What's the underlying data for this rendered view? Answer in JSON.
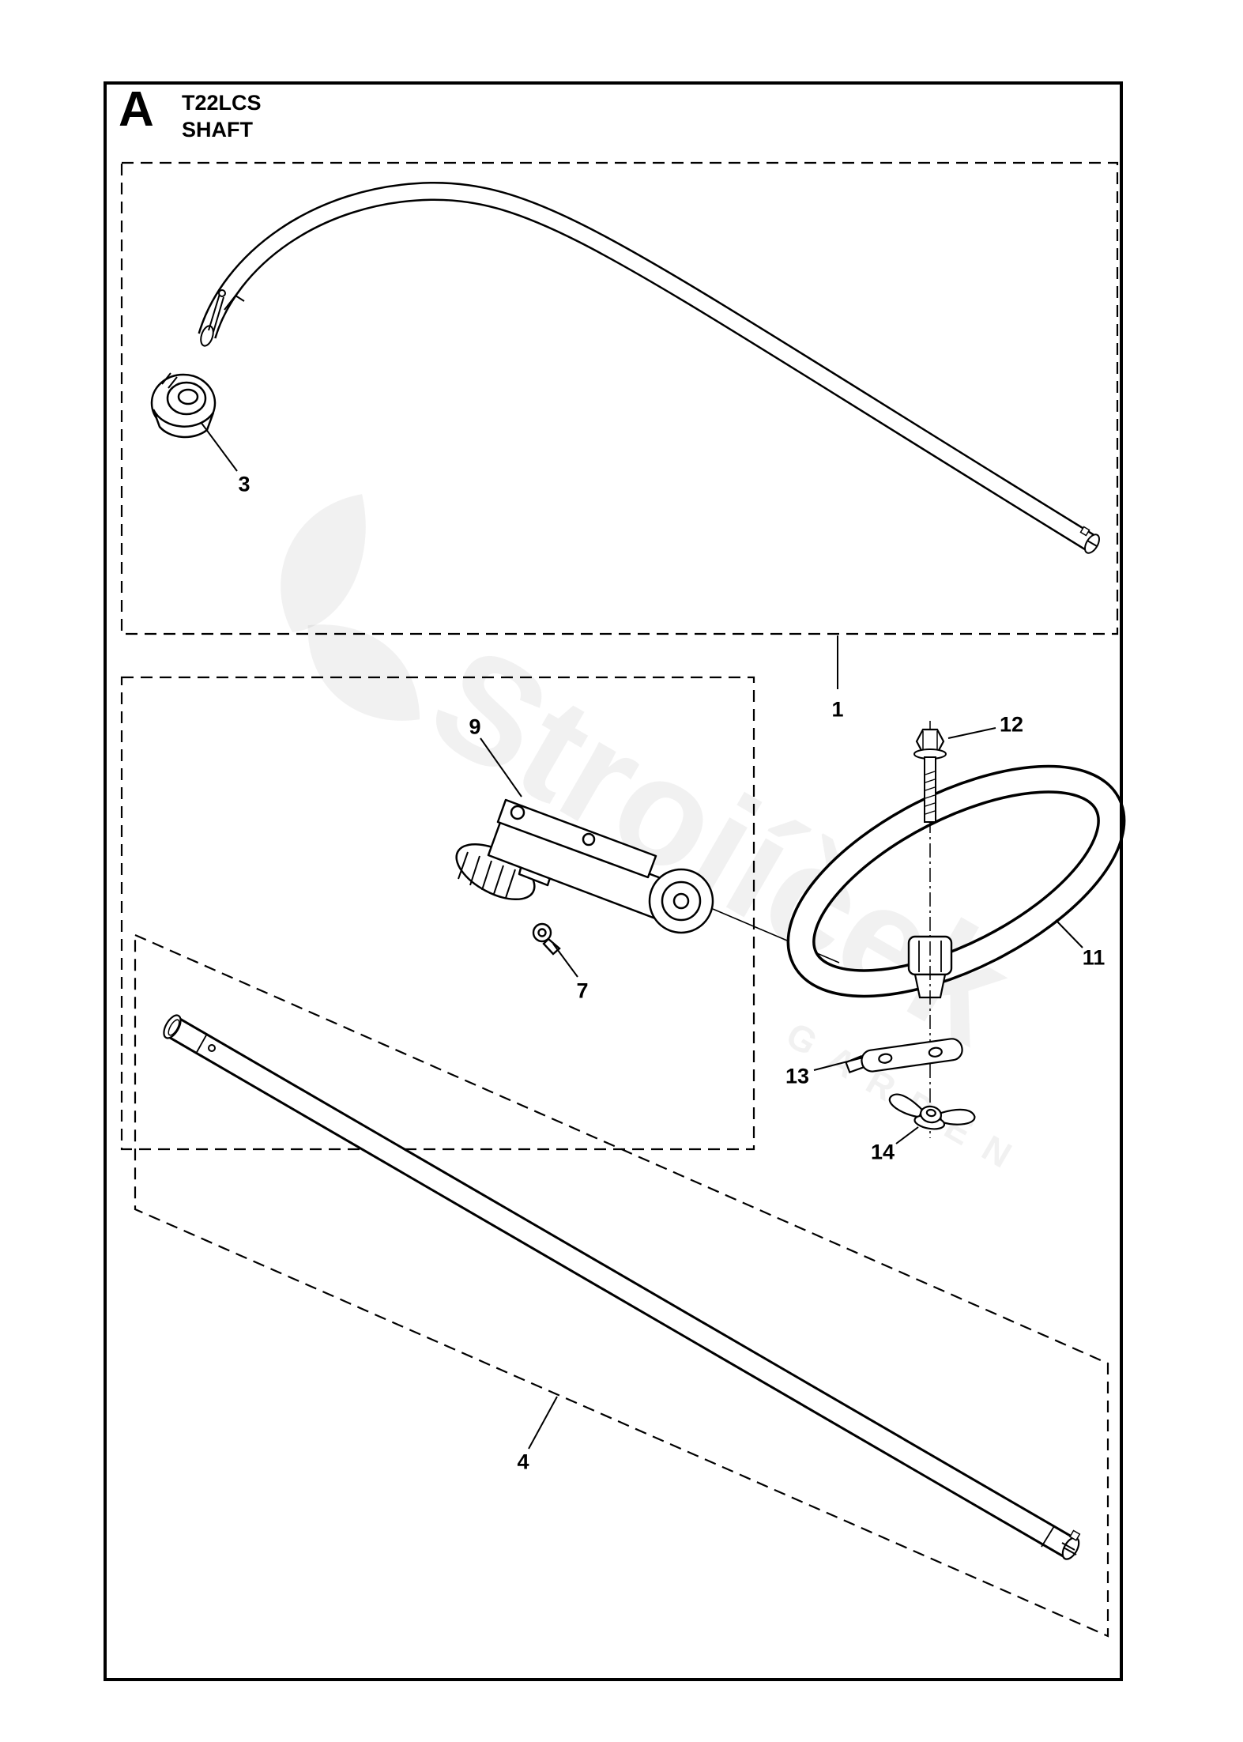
{
  "title": {
    "section_letter": "A",
    "model": "T22LCS",
    "section_name": "SHAFT"
  },
  "watermark": {
    "brand": "Strojíček",
    "subtitle": "GARDEN"
  },
  "parts": [
    {
      "number": "1"
    },
    {
      "number": "3"
    },
    {
      "number": "4"
    },
    {
      "number": "7"
    },
    {
      "number": "9"
    },
    {
      "number": "11"
    },
    {
      "number": "12"
    },
    {
      "number": "13"
    },
    {
      "number": "14"
    }
  ]
}
